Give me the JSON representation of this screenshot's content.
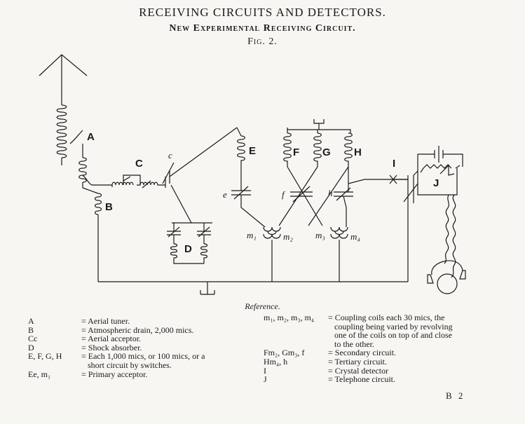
{
  "header": {
    "title": "RECEIVING CIRCUITS AND DETECTORS.",
    "subtitle": "New Experimental Receiving Circuit.",
    "figure": "Fig. 2."
  },
  "diagram_labels": {
    "A": "A",
    "B": "B",
    "C": "C",
    "c": "c",
    "D": "D",
    "E": "E",
    "F": "F",
    "G": "G",
    "H": "H",
    "I": "I",
    "J": "J",
    "e": "e",
    "f": "f",
    "h": "h",
    "m1": "m₁",
    "m2": "m₂",
    "m3": "m₃",
    "m4": "m₄"
  },
  "reference_heading": "Reference.",
  "legend_left": [
    {
      "key": "A",
      "value": "= Aerial tuner."
    },
    {
      "key": "B",
      "value": "= Atmospheric drain, 2,000 mics."
    },
    {
      "key": "Cc",
      "value": "= Aerial acceptor."
    },
    {
      "key": "D",
      "value": "= Shock absorber."
    },
    {
      "key": "E, F, G, H",
      "value": "= Each 1,000 mics, or 100 mics, or a"
    },
    {
      "key": "",
      "value": "   short circuit by switches."
    },
    {
      "key": "Ee, m₁",
      "value": "= Primary acceptor."
    }
  ],
  "legend_right": [
    {
      "key": "m₁, m₂, m₃, m₄",
      "value": "= Coupling coils each 30 mics, the"
    },
    {
      "key": "",
      "value": "   coupling being varied by revolving"
    },
    {
      "key": "",
      "value": "   one of the coils on top of and close"
    },
    {
      "key": "",
      "value": "   to the other."
    },
    {
      "key": "Fm₂, Gm₃, f",
      "value": "= Secondary circuit."
    },
    {
      "key": "Hm₄, h",
      "value": "= Tertiary circuit."
    },
    {
      "key": "I",
      "value": "= Crystal detector"
    },
    {
      "key": "J",
      "value": "= Telephone circuit."
    }
  ],
  "page_number": "B 2"
}
